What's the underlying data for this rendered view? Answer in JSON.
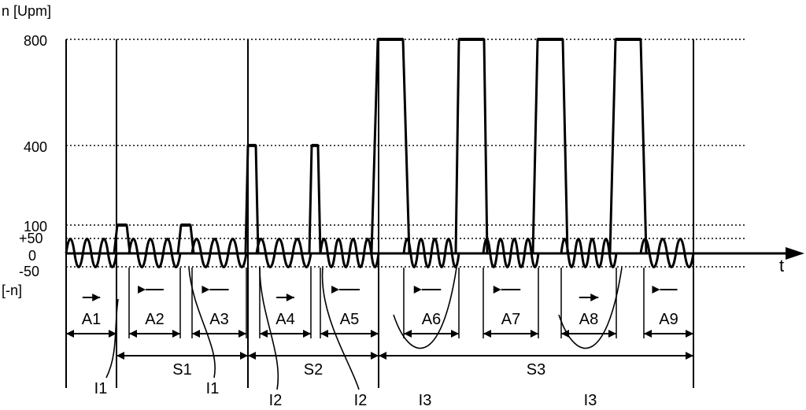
{
  "chart_data": {
    "type": "line",
    "ylabel": "n [Upm]",
    "xlabel": "t",
    "neg_label": "[-n]",
    "yticks": [
      {
        "value": 800,
        "label": "800"
      },
      {
        "value": 400,
        "label": "400"
      },
      {
        "value": 100,
        "label": "100"
      },
      {
        "value": 50,
        "label": "+50"
      },
      {
        "value": 0,
        "label": "0"
      },
      {
        "value": -50,
        "label": "-50"
      }
    ],
    "ylim": [
      -50,
      800
    ],
    "grid": "dotted horizontal at 800, 400, 100, 50, -50",
    "oscillation_amplitude": 50,
    "peaks": [
      {
        "value": 100
      },
      {
        "value": 100
      },
      {
        "value": 400
      },
      {
        "value": 400
      },
      {
        "value": 800
      },
      {
        "value": 800
      },
      {
        "value": 800
      },
      {
        "value": 800
      }
    ],
    "segments": [
      {
        "label": "A1",
        "arrow": "right"
      },
      {
        "label": "A2",
        "arrow": "left"
      },
      {
        "label": "A3",
        "arrow": "left"
      },
      {
        "label": "A4",
        "arrow": "right"
      },
      {
        "label": "A5",
        "arrow": "left"
      },
      {
        "label": "A6",
        "arrow": "left"
      },
      {
        "label": "A7",
        "arrow": "left"
      },
      {
        "label": "A8",
        "arrow": "right"
      },
      {
        "label": "A9",
        "arrow": "left"
      }
    ],
    "stages": [
      {
        "label": "S1"
      },
      {
        "label": "S2"
      },
      {
        "label": "S3"
      }
    ],
    "interval_labels": [
      "I1",
      "I1",
      "I2",
      "I2",
      "I3",
      "I3"
    ]
  }
}
